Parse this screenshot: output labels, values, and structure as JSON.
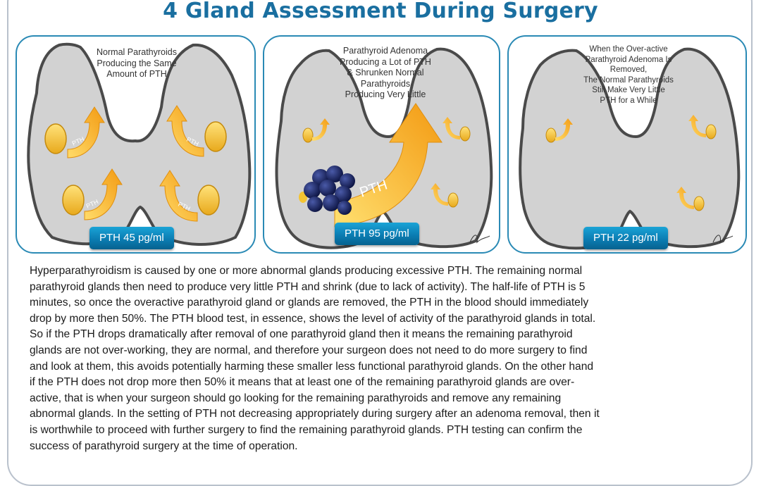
{
  "title": "4 Gland Assessment During Surgery",
  "panels": [
    {
      "caption_lines": [
        "Normal Parathyroids",
        "Producing the Same",
        "Amount of PTH"
      ],
      "arrow_label": "PTH",
      "badge": "PTH 45 pg/ml"
    },
    {
      "caption_lines": [
        "Parathyroid Adenoma",
        "Producing a Lot of PTH",
        "& Shrunken Normal",
        "Parathyroids",
        "Producing Very Little"
      ],
      "arrow_label": "PTH",
      "badge": "PTH 95 pg/ml"
    },
    {
      "caption_lines": [
        "When the Over-active",
        "Parathyroid Adenoma Is",
        "Removed,",
        "The Normal Parathyroids",
        "Still Make Very Little",
        "PTH for a While"
      ],
      "badge": "PTH 22 pg/ml"
    }
  ],
  "body_lines": [
    "Hyperparathyroidism is caused by one or more abnormal glands producing excessive PTH.  The remaining normal",
    "parathyroid glands then need to produce very little PTH and shrink (due to lack of activity).  The half-life of PTH is 5",
    "minutes, so once the overactive parathyroid gland or glands are removed, the PTH in the blood should immediately",
    "drop by more then 50%.  The PTH blood test, in essence, shows the level of activity of the parathyroid glands in total.",
    "So if the PTH drops dramatically after removal of one parathyroid gland then it means the remaining parathyroid",
    "glands are not over-working, they are normal, and therefore your surgeon does not need to do more surgery to find",
    "and look at them, this avoids potentially harming these smaller less functional parathyroid glands.  On the other hand",
    "if the PTH does not drop more then 50% it means that at least one of the remaining parathyroid glands are over-",
    "active, that is when your surgeon should go looking for the remaining parathyroids and remove any remaining",
    "abnormal glands. In the setting of PTH not decreasing appropriately during surgery after an adenoma removal, then it",
    "is worthwhile to proceed with further surgery to find the remaining parathyroid glands.  PTH testing can confirm the",
    "success of parathyroid surgery at the time of operation."
  ],
  "colors": {
    "title": "#1a6fa0",
    "gland": "#f4c432",
    "thyroid": "#d2d2d2",
    "adenoma": "#141c4a",
    "badge": "#0b7db3"
  }
}
